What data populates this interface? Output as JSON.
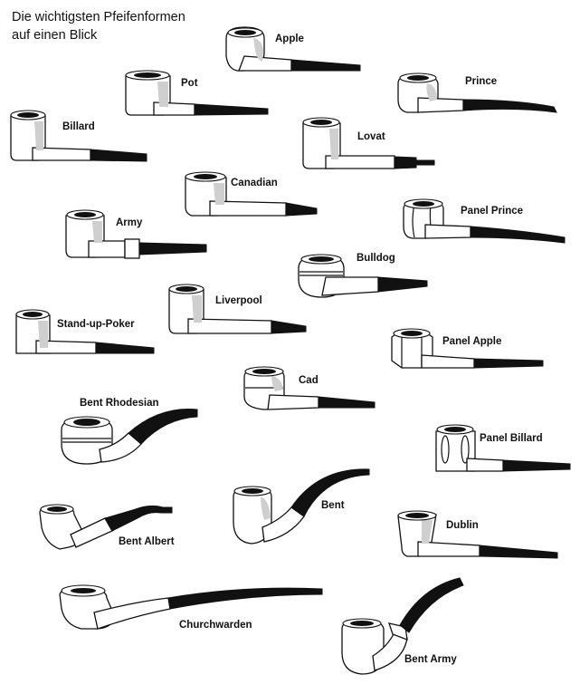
{
  "title": "Die wichtigsten Pfeifenformen\nauf einen Blick",
  "pipes": [
    {
      "key": "apple",
      "label": "Apple"
    },
    {
      "key": "pot",
      "label": "Pot"
    },
    {
      "key": "prince",
      "label": "Prince"
    },
    {
      "key": "billard",
      "label": "Billard"
    },
    {
      "key": "lovat",
      "label": "Lovat"
    },
    {
      "key": "canadian",
      "label": "Canadian"
    },
    {
      "key": "army",
      "label": "Army"
    },
    {
      "key": "panel_prince",
      "label": "Panel Prince"
    },
    {
      "key": "bulldog",
      "label": "Bulldog"
    },
    {
      "key": "liverpool",
      "label": "Liverpool"
    },
    {
      "key": "stand_up_poker",
      "label": "Stand-up-Poker"
    },
    {
      "key": "panel_apple",
      "label": "Panel Apple"
    },
    {
      "key": "cad",
      "label": "Cad"
    },
    {
      "key": "bent_rhodesian",
      "label": "Bent Rhodesian"
    },
    {
      "key": "panel_billard",
      "label": "Panel Billard"
    },
    {
      "key": "bent",
      "label": "Bent"
    },
    {
      "key": "bent_albert",
      "label": "Bent Albert"
    },
    {
      "key": "dublin",
      "label": "Dublin"
    },
    {
      "key": "churchwarden",
      "label": "Churchwarden"
    },
    {
      "key": "bent_army",
      "label": "Bent Army"
    }
  ]
}
